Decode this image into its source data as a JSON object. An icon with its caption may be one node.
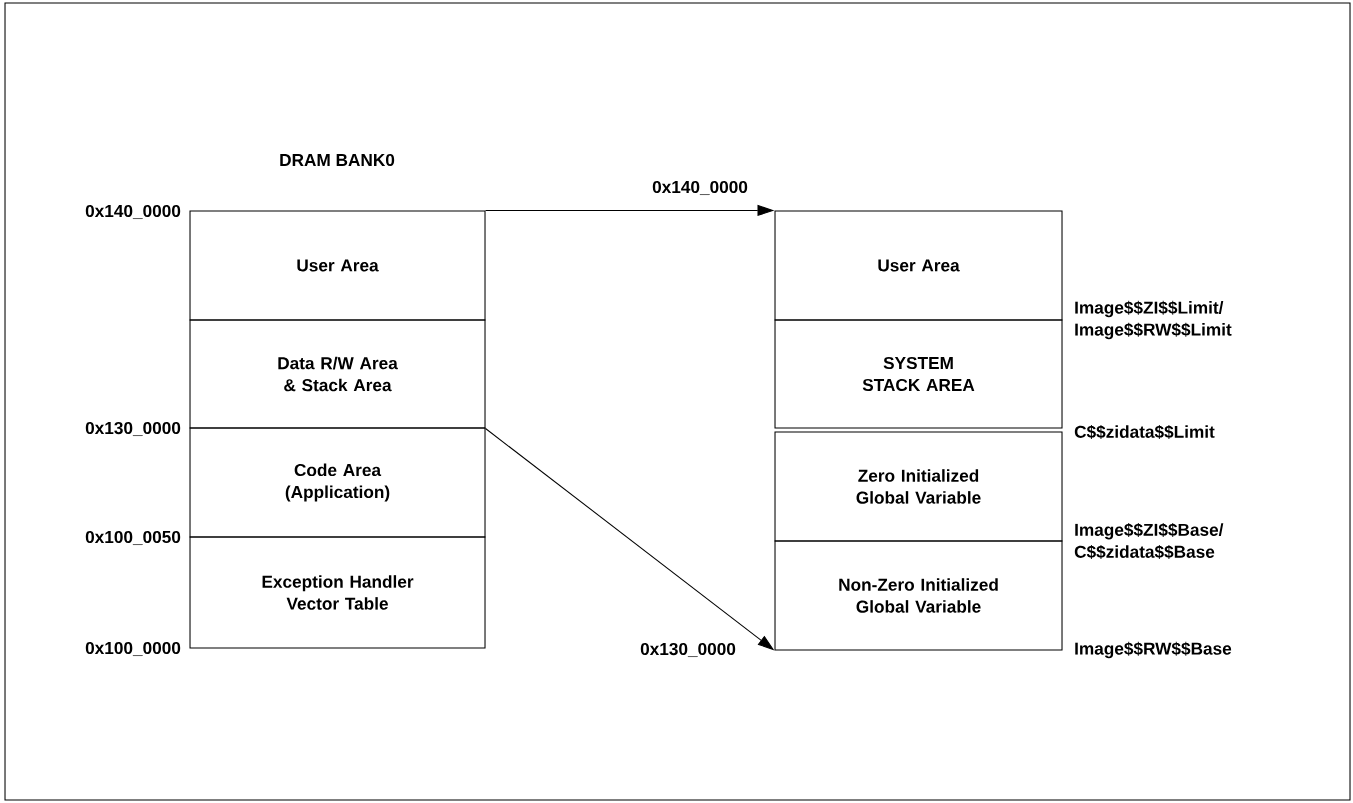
{
  "diagram": {
    "title": "DRAM BANK0",
    "nodes": [
      {
        "text": [
          "User Area"
        ]
      },
      {
        "text": [
          "Data R/W Area & Stack Area"
        ]
      },
      {
        "text": [
          "Code Area (Application)"
        ]
      },
      {
        "text": [
          "Exception Handler Vector Table"
        ]
      },
      {
        "text": [
          "User Area"
        ]
      },
      {
        "text": [
          "SYSTEM STACK AREA"
        ]
      },
      {
        "text": [
          "Zero Initialized Global Variable"
        ]
      },
      {
        "text": [
          "Non-Zero Initialized Global Variable"
        ]
      }
    ],
    "edges": [
      {
        "from": 0,
        "to": 4,
        "arrow": "to"
      },
      {
        "from": 1,
        "to": 7,
        "arrow": "to"
      }
    ],
    "labels": [
      "0x140_0000",
      "0x140_0000",
      "Image$$ZI$$Limit/ Image$$RW$$Limit",
      "0x130_0000",
      "C$$zidata$$Limit",
      "Image$$ZI$$Base/ C$$zidata$$Base",
      "0x100_0050",
      "0x100_0000",
      "0x130_0000",
      "Image$$RW$$Base"
    ]
  }
}
